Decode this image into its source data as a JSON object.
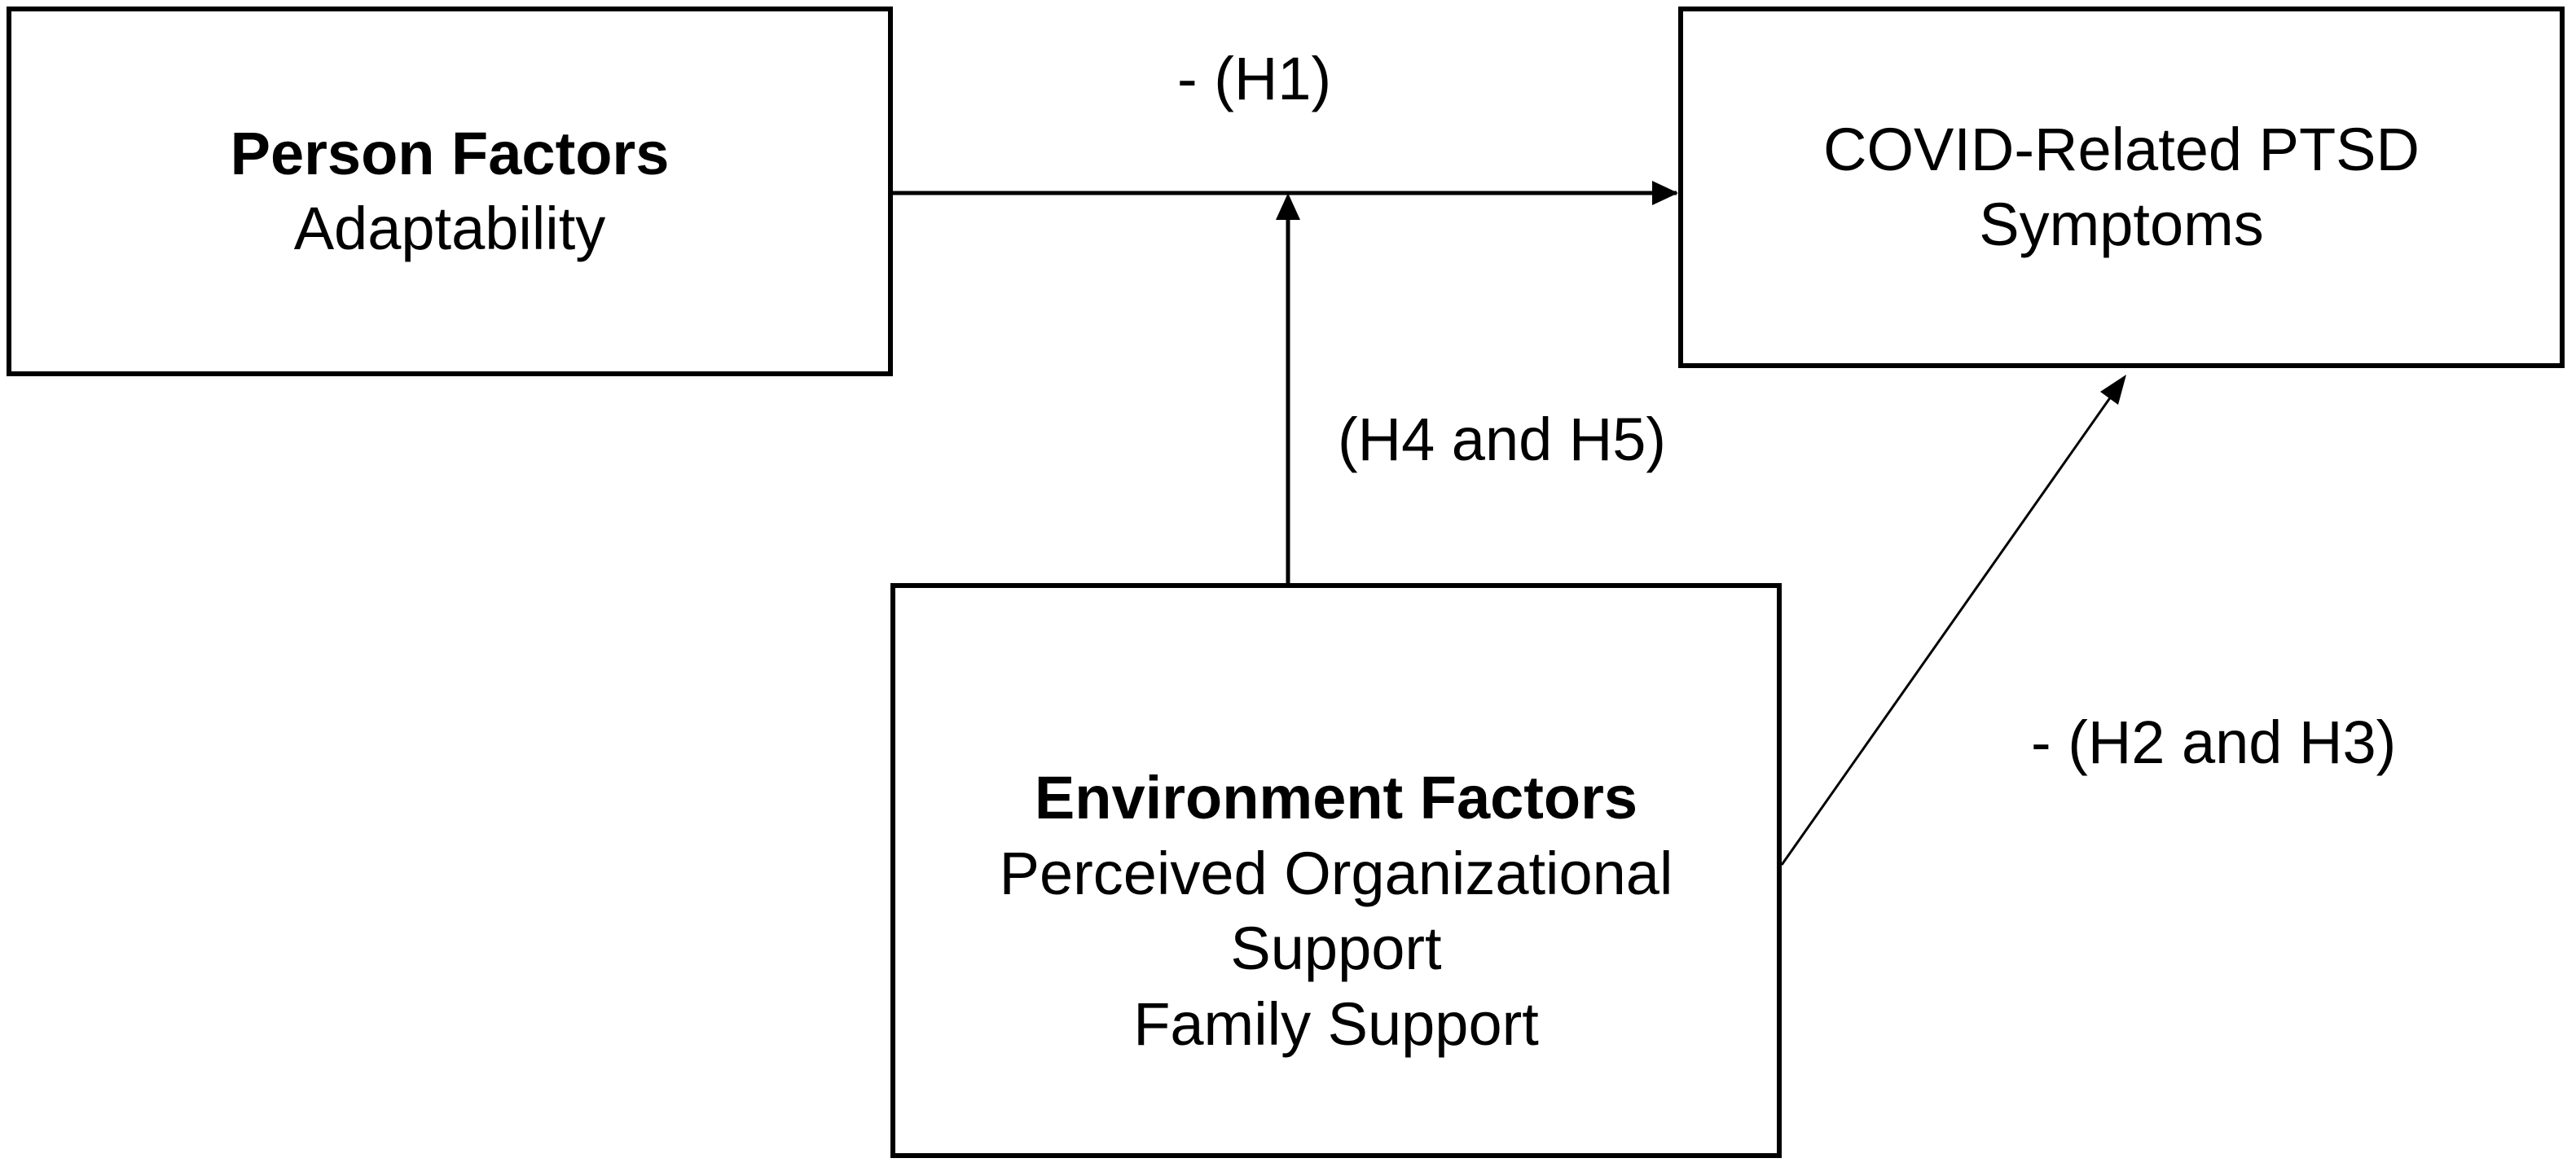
{
  "diagram": {
    "person_box": {
      "title": "Person Factors",
      "lines": [
        "Adaptability"
      ]
    },
    "covid_box": {
      "lines": [
        "COVID-Related PTSD",
        "Symptoms"
      ]
    },
    "environment_box": {
      "title": "Environment Factors",
      "lines": [
        "Perceived Organizational",
        "Support",
        "Family Support"
      ]
    },
    "edges": {
      "h1_label": "- (H1)",
      "h4_h5_label": "(H4 and H5)",
      "h2_h3_label": "- (H2 and H3)"
    }
  }
}
